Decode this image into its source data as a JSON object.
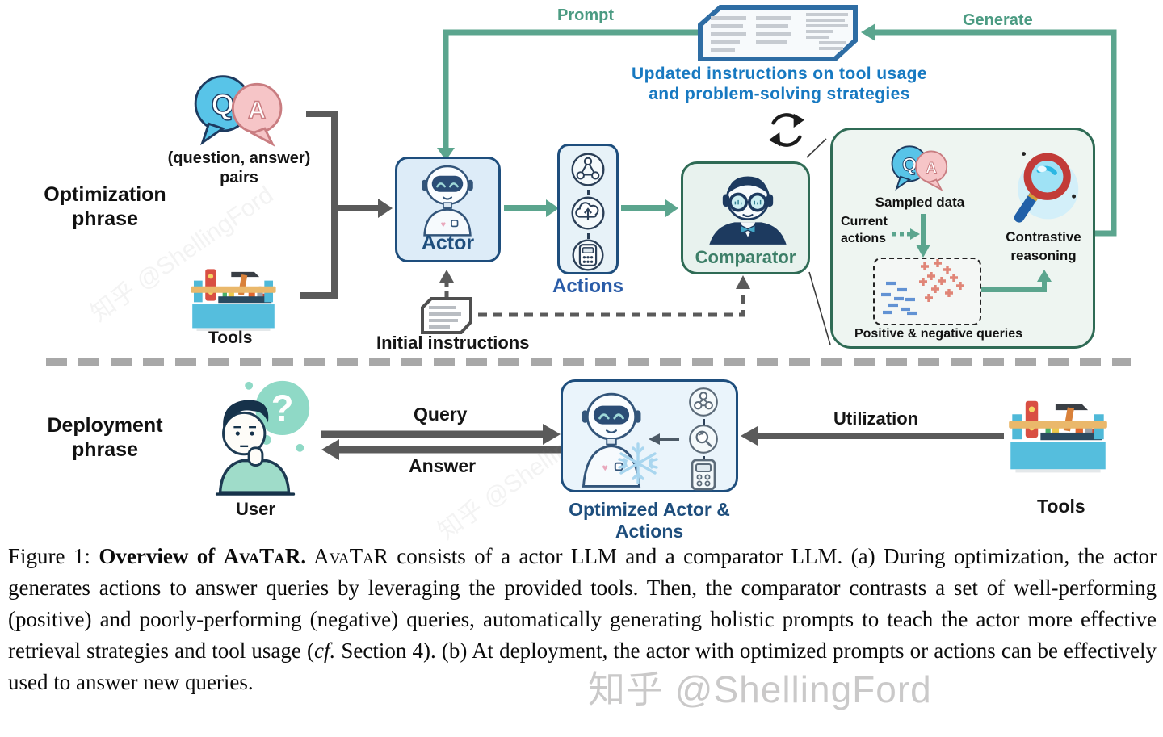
{
  "colors": {
    "teal_arrow": "#5ba58e",
    "teal_text": "#4b9b82",
    "navy": "#1e4e7d",
    "dark_green_border": "#2f6b55",
    "blue_heading": "#1779c1",
    "gray_arrow": "#5a5a5a",
    "positive_marker_red": "#e08577",
    "negative_marker_blue": "#6292d3"
  },
  "optimization": {
    "phase_label": "Optimization\nphrase",
    "qa_icon_q": "Q",
    "qa_icon_a": "A",
    "qa_pairs_label": "(question, answer)\npairs",
    "tools_label": "Tools",
    "prompt_label": "Prompt",
    "generate_label": "Generate",
    "updated_instructions_label": "Updated instructions on tool usage\nand problem-solving strategies",
    "actor_label": "Actor",
    "actions_label": "Actions",
    "initial_instructions_label": "Initial instructions",
    "comparator_label": "Comparator",
    "inspection_panel": {
      "sampled_data_label": "Sampled data",
      "current_actions_label": "Current\nactions",
      "contrastive_reasoning_label": "Contrastive\nreasoning",
      "positive_negative_label": "Positive & negative queries"
    }
  },
  "deployment": {
    "phase_label": "Deployment\nphrase",
    "user_label": "User",
    "user_question_mark": "?",
    "query_label": "Query",
    "answer_label": "Answer",
    "optimized_label": "Optimized Actor & Actions",
    "utilization_label": "Utilization",
    "tools_label": "Tools"
  },
  "caption": {
    "prefix": "Figure 1: ",
    "title_bold_1": "Overview of ",
    "title_bold_avatar": "AvaTaR.",
    "avatar_smallcaps": " AvaTaR",
    "body_1": " consists of a actor LLM and a comparator LLM. (a) During optimization, the actor generates actions to answer queries by leveraging the provided tools. Then, the comparator contrasts a set of well-performing (positive) and poorly-performing (negative) queries, automatically generating holistic prompts to teach the actor more effective retrieval strategies and tool usage (",
    "cf_italic": "cf.",
    "body_2": " Section 4). (b) At deployment, the actor with optimized prompts or actions can be effectively used to answer new queries."
  },
  "watermark_text": "知乎 @ShellingFord"
}
